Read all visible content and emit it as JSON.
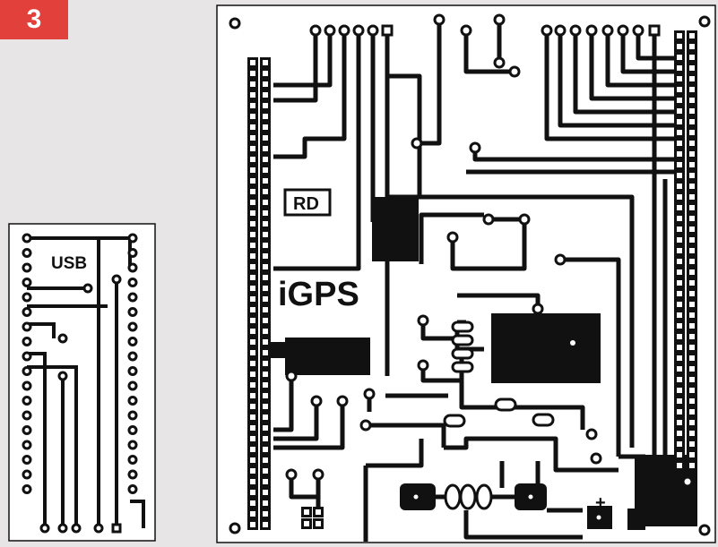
{
  "figure": {
    "number": "3"
  },
  "usb_board": {
    "label": "USB"
  },
  "main_board": {
    "logo_text": "RD",
    "title": "iGPS",
    "polarity_mark": "+"
  },
  "colors": {
    "copper": "#111111",
    "board": "#ffffff",
    "badge": "#e2403a"
  }
}
